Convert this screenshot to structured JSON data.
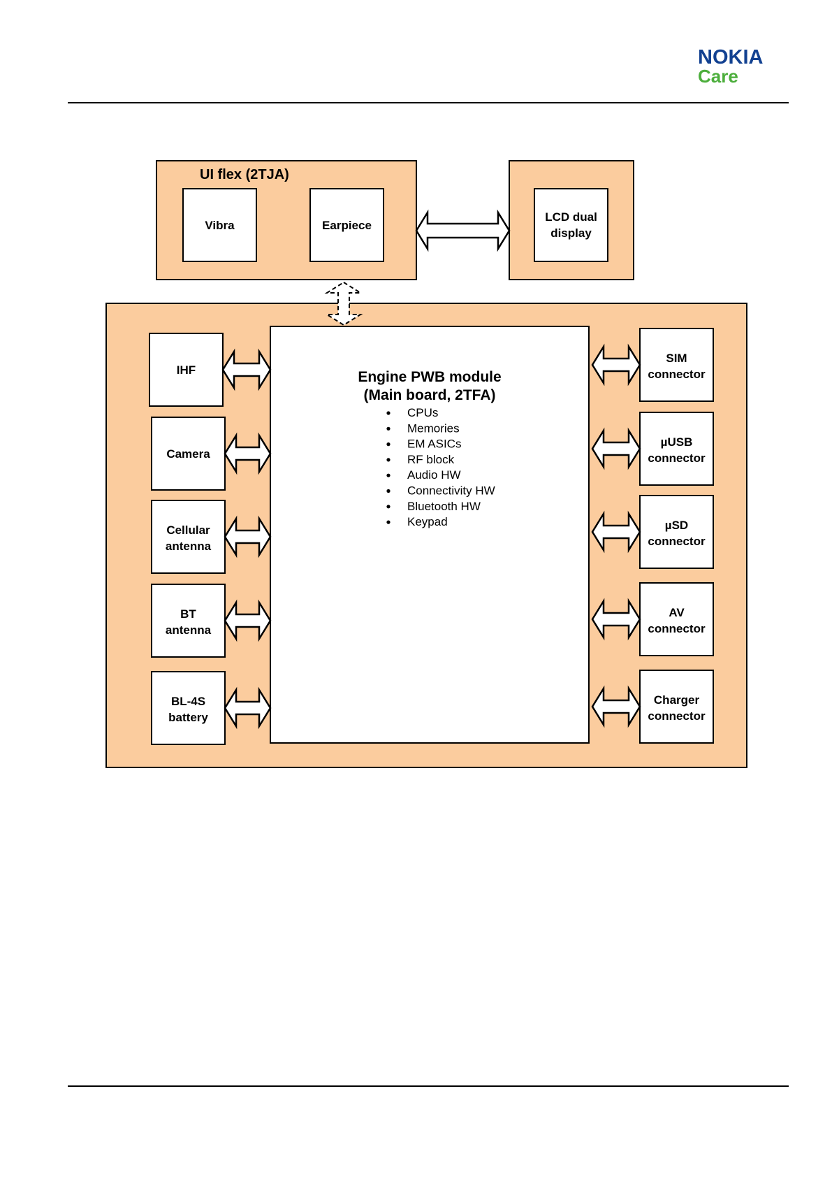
{
  "header": {
    "logo_brand": "NOKIA",
    "logo_sub": "Care",
    "brand_color": "#124191",
    "sub_color": "#4cae3c"
  },
  "diagram": {
    "ui_flex": {
      "title": "UI flex (2TJA)",
      "vibra": "Vibra",
      "earpiece": "Earpiece"
    },
    "lcd": {
      "line1": "LCD dual",
      "line2": "display"
    },
    "engine": {
      "title_line1": "Engine PWB module",
      "title_line2": "(Main board, 2TFA)",
      "items": [
        "CPUs",
        "Memories",
        "EM ASICs",
        "RF block",
        "Audio HW",
        "Connectivity HW",
        "Bluetooth HW",
        "Keypad"
      ]
    },
    "left_blocks": [
      {
        "line1": "IHF",
        "line2": ""
      },
      {
        "line1": "Camera",
        "line2": ""
      },
      {
        "line1": "Cellular",
        "line2": "antenna"
      },
      {
        "line1": "BT",
        "line2": "antenna"
      },
      {
        "line1": "BL-4S",
        "line2": "battery"
      }
    ],
    "right_blocks": [
      {
        "line1": "SIM",
        "line2": "connector"
      },
      {
        "line1": "µUSB",
        "line2": "connector"
      },
      {
        "line1": "µSD",
        "line2": "connector"
      },
      {
        "line1": "AV",
        "line2": "connector"
      },
      {
        "line1": "Charger",
        "line2": "connector"
      }
    ],
    "fill_color": "#fbcc9e"
  }
}
